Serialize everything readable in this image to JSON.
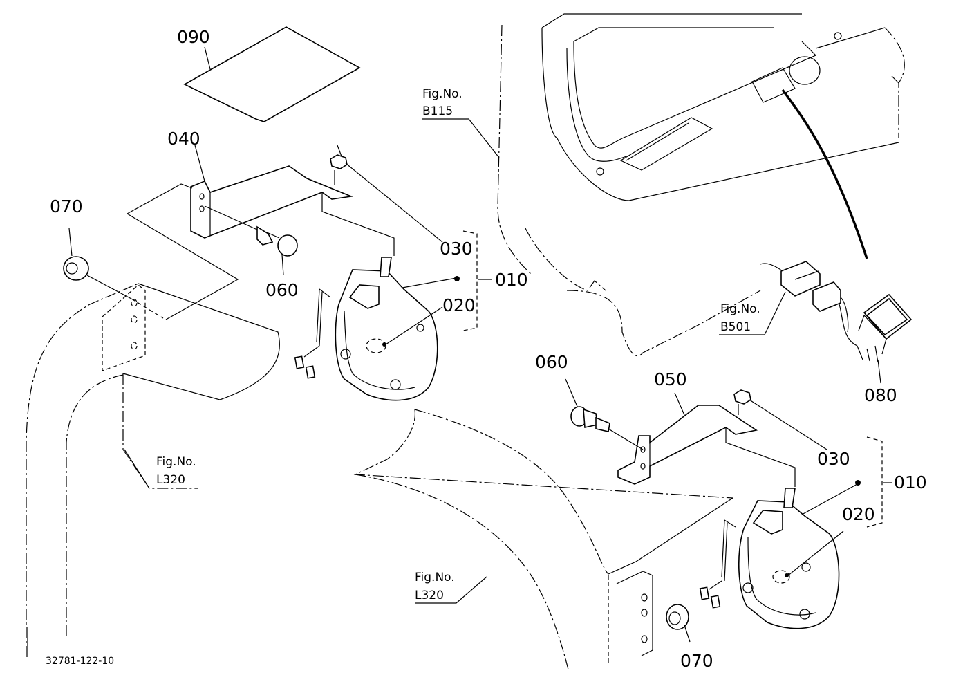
{
  "labels": {
    "p090": "090",
    "p040": "040",
    "p070_top": "070",
    "p060_top": "060",
    "p030_top": "030",
    "p010_top": "010",
    "p020_top": "020",
    "p060_bottom": "060",
    "p050": "050",
    "p030_bottom": "030",
    "p010_bottom": "010",
    "p020_bottom": "020",
    "p070_bottom": "070",
    "p080": "080"
  },
  "figure_refs": {
    "b115_label": "Fig.No.",
    "b115_num": "B115",
    "b501_label": "Fig.No.",
    "b501_num": "B501",
    "l320_left_label": "Fig.No.",
    "l320_left_num": "L320",
    "l320_mid_label": "Fig.No.",
    "l320_mid_num": "L320"
  },
  "document_number": "32781-122-10"
}
